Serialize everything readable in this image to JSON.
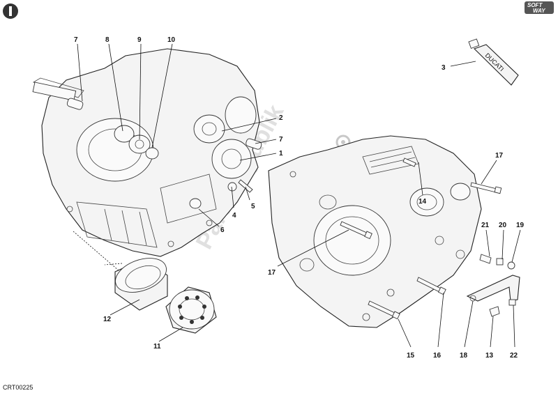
{
  "drawing_code": "CRT00225",
  "watermark": "PartsRepublik",
  "tube_label": "DUCATI",
  "brand_mark": {
    "line1": "SOFT",
    "line2": "WAY"
  },
  "callouts": {
    "c1": "1",
    "c2": "2",
    "c3": "3",
    "c4": "4",
    "c5": "5",
    "c6": "6",
    "c7a": "7",
    "c7b": "7",
    "c8": "8",
    "c9": "9",
    "c10": "10",
    "c11": "11",
    "c12": "12",
    "c13": "13",
    "c14": "14",
    "c15": "15",
    "c16": "16",
    "c17a": "17",
    "c17b": "17",
    "c18": "18",
    "c19": "19",
    "c20": "20",
    "c21": "21",
    "c22": "22"
  }
}
